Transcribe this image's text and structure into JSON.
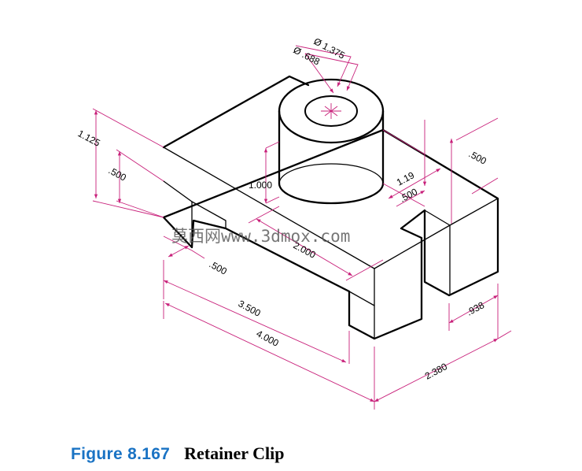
{
  "colors": {
    "object": "#000000",
    "dimension": "#c8207a",
    "figure_number": "#1a73c4"
  },
  "dimensions": {
    "dia_outer": "Ø 1.375",
    "dia_inner": "Ø .688",
    "height_1125": "1.125",
    "height_500": ".500",
    "boss_height": "1.000",
    "dim_119": "1.19",
    "slot_500_upper": ".500",
    "notch_500_right": ".500",
    "boss_offset": "2.000",
    "slot_500_left": ".500",
    "len_3500": "3.500",
    "len_4000": "4.000",
    "dim_938": ".938",
    "width_2380": "2.380"
  },
  "watermark": "莫西网www.3dmox.com",
  "caption": {
    "number": "Figure 8.167",
    "title": "Retainer Clip"
  }
}
